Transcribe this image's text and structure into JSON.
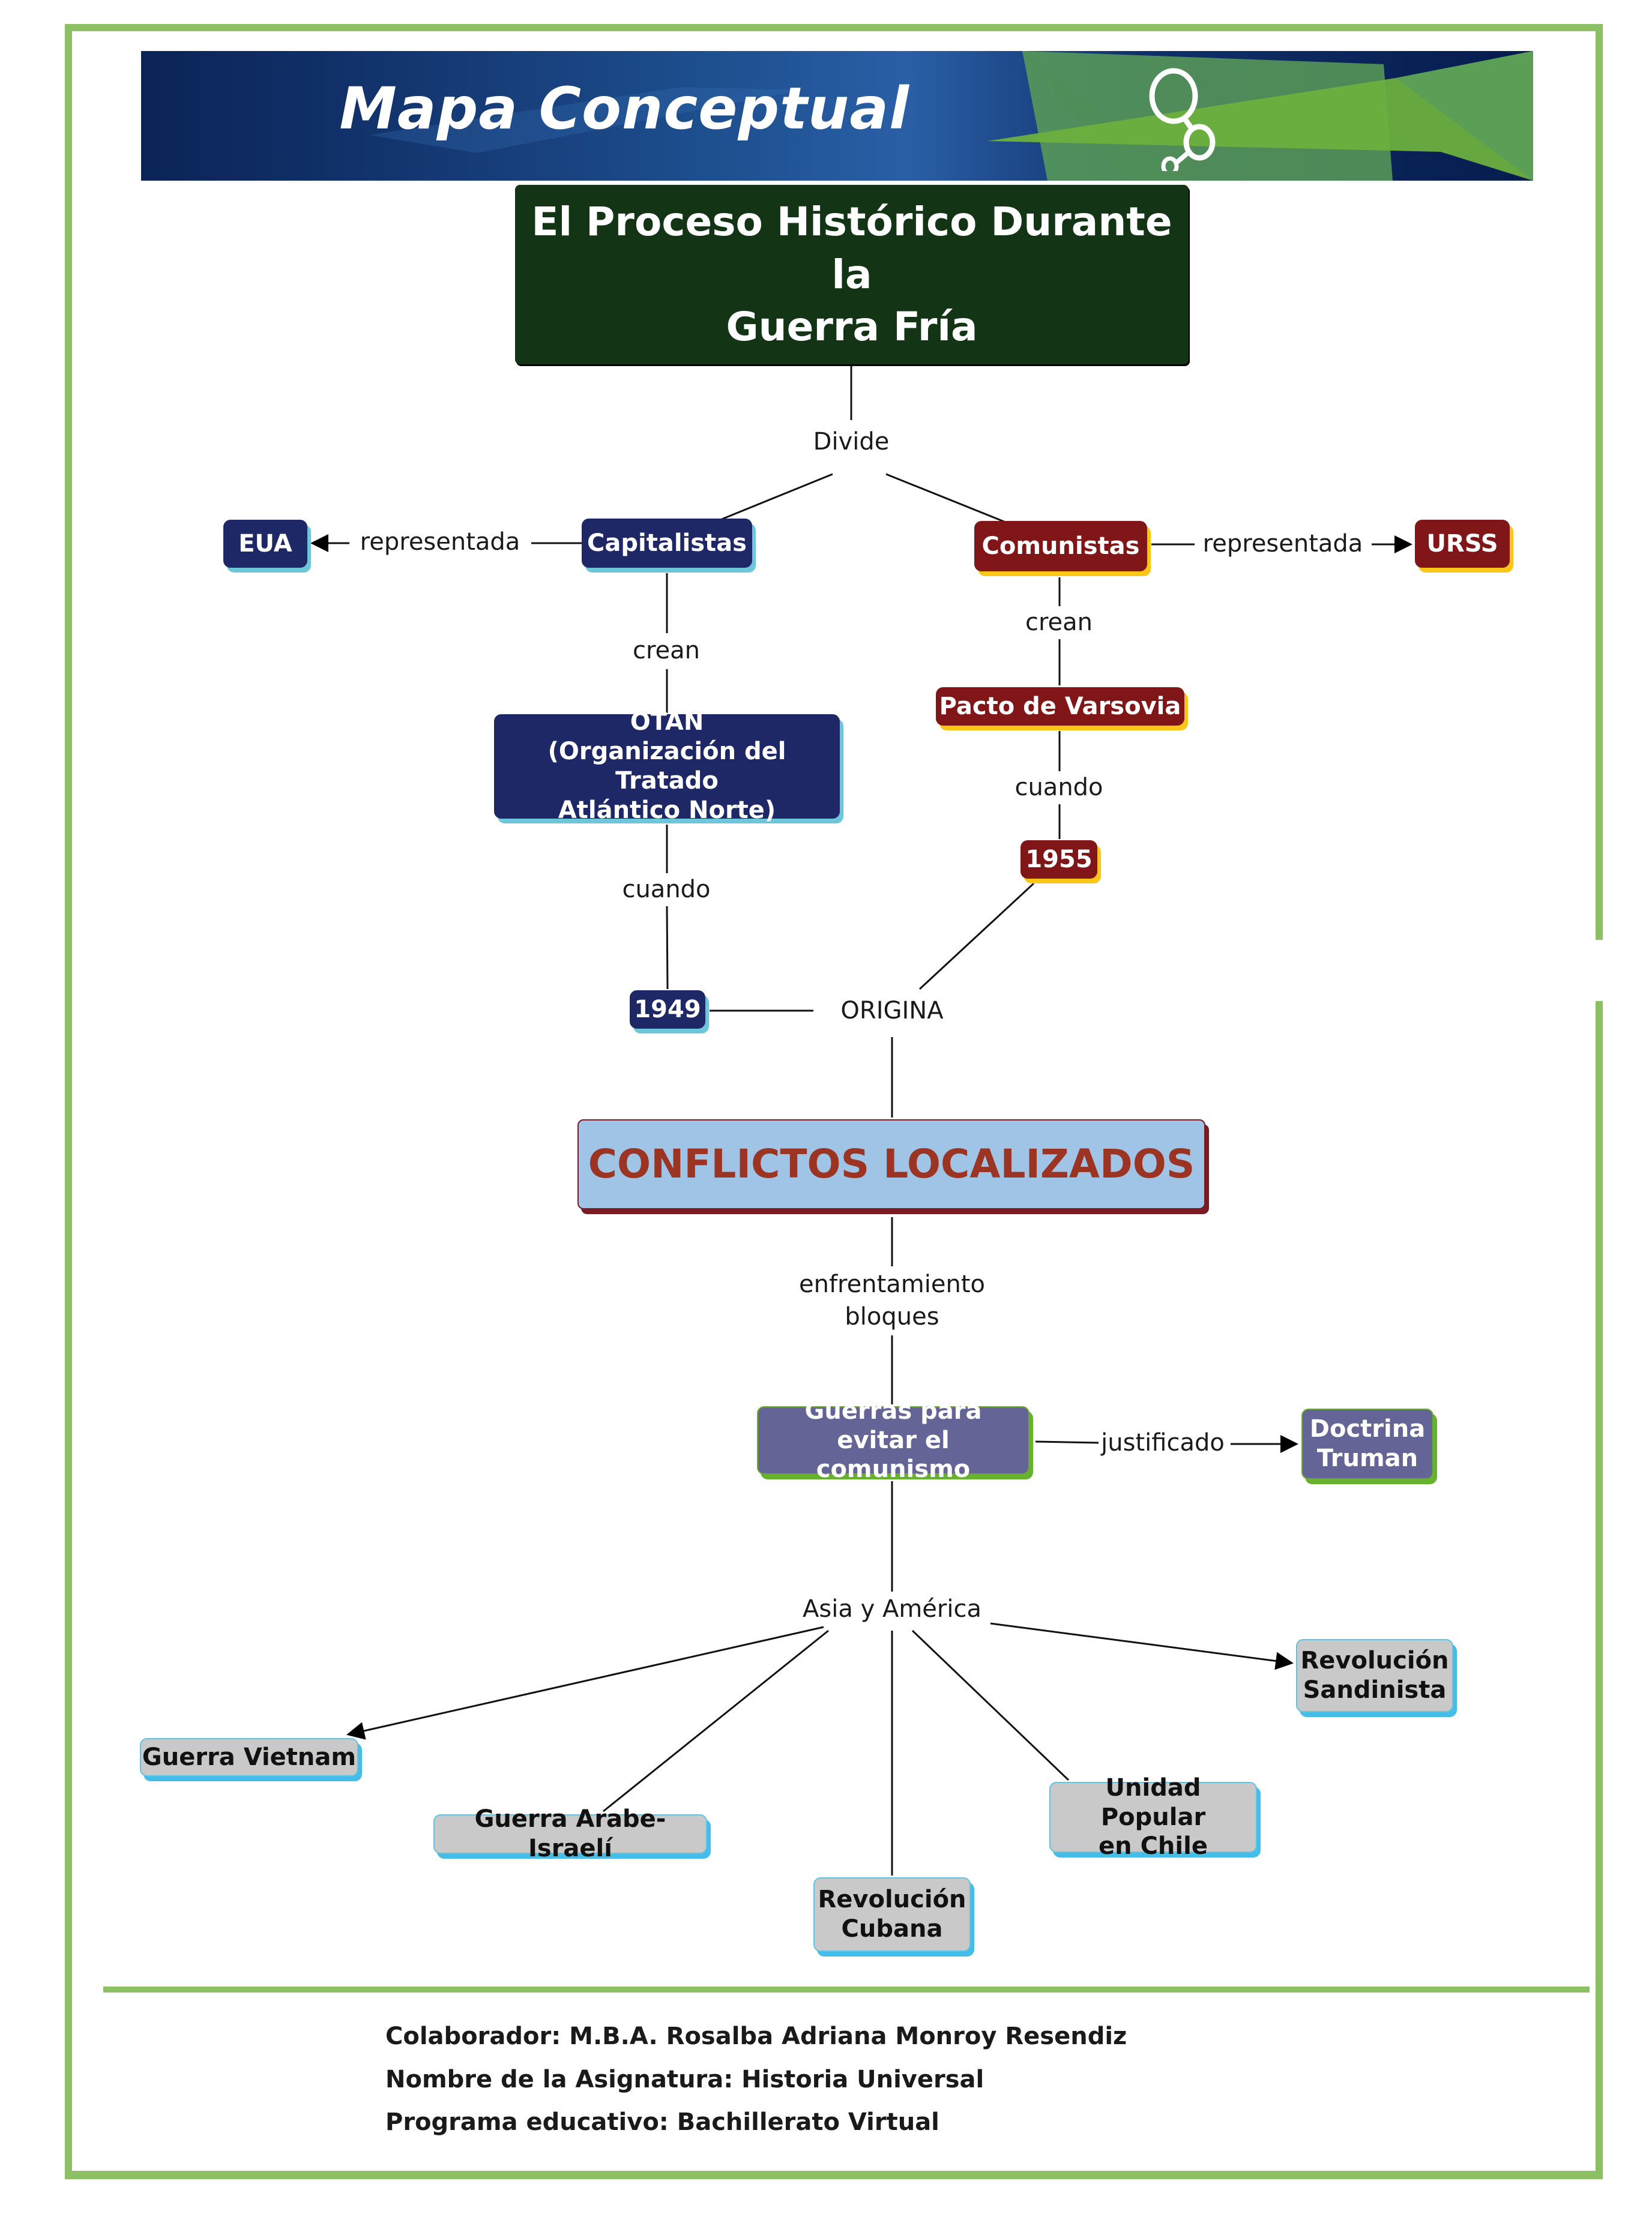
{
  "header": {
    "title": "Mapa Conceptual",
    "icon": "concept-map-nodes-icon"
  },
  "main_topic": {
    "lines": [
      "El Proceso Histórico Durante",
      "la",
      "Guerra Fría"
    ]
  },
  "link_labels": {
    "divide": "Divide",
    "representada_left": "representada",
    "representada_right": "representada",
    "crean_left": "crean",
    "crean_right": "crean",
    "cuando_left": "cuando",
    "cuando_right": "cuando",
    "origina": "ORIGINA",
    "enfrentamiento_line1": "enfrentamiento",
    "enfrentamiento_line2": "bloques",
    "justificado": "justificado",
    "asia_america": "Asia y América"
  },
  "nodes": {
    "eua": "EUA",
    "capitalistas": "Capitalistas",
    "comunistas": "Comunistas",
    "urss": "URSS",
    "otan": [
      "OTAN",
      "(Organización del Tratado",
      "Atlántico Norte)"
    ],
    "pacto": "Pacto de Varsovia",
    "year_1949": "1949",
    "year_1955": "1955",
    "conflictos": "CONFLICTOS LOCALIZADOS",
    "guerras": [
      "Guerras para",
      "evitar el comunismo"
    ],
    "doctrina": [
      "Doctrina",
      "Truman"
    ],
    "vietnam": "Guerra Vietnam",
    "arabe_israeli": "Guerra Arabe-Israelí",
    "cubana": [
      "Revolución",
      "Cubana"
    ],
    "chile": [
      "Unidad Popular",
      "en Chile"
    ],
    "sandinista": [
      "Revolución",
      "Sandinista"
    ]
  },
  "colors": {
    "frame_green": "#8cc063",
    "main_topic_bg": "#133516",
    "capitalist_blue": "#1f2866",
    "capitalist_shadow": "#6ec6da",
    "communist_red": "#811618",
    "communist_shadow": "#fbc618",
    "conflict_bg": "#9fc4e6",
    "conflict_text": "#9b3422",
    "purple_node": "#646596",
    "gray_node": "#c9c9c9"
  },
  "footer": {
    "collaborator": "Colaborador: M.B.A. Rosalba Adriana Monroy Resendiz",
    "subject": "Nombre de la Asignatura: Historia Universal",
    "program": "Programa educativo: Bachillerato Virtual"
  }
}
